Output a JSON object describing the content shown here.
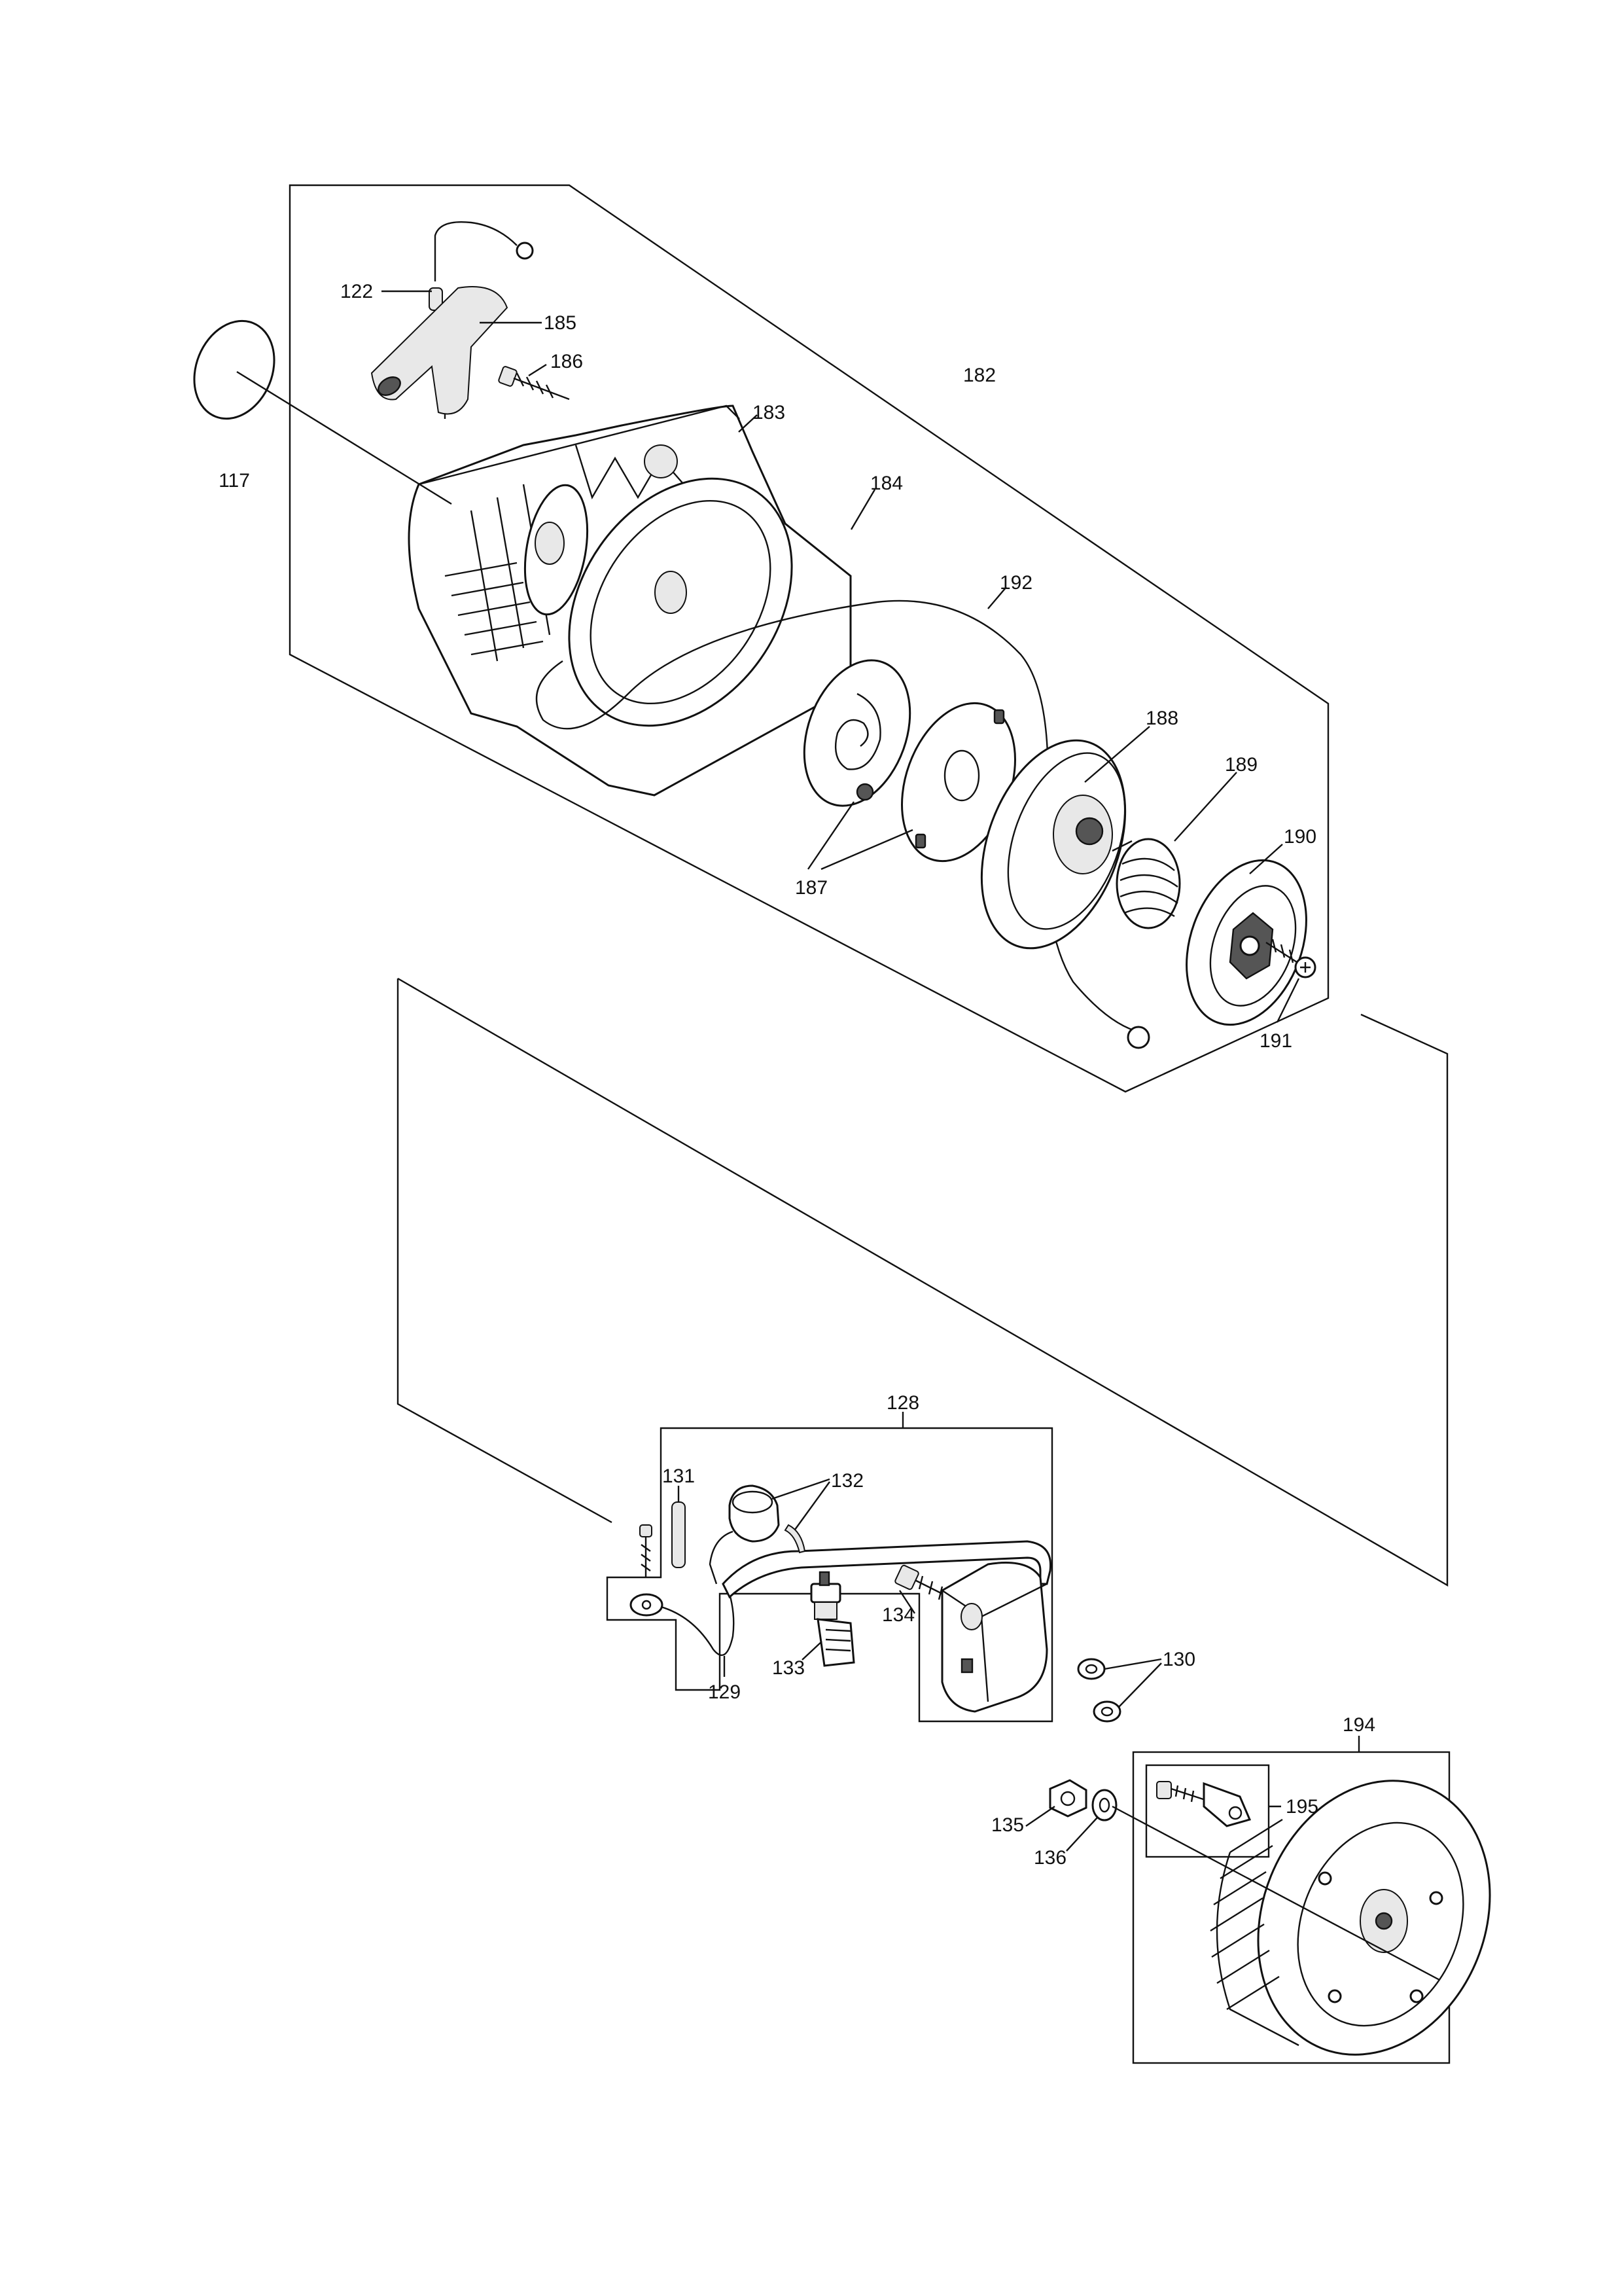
{
  "labels": {
    "p117": "117",
    "p122": "122",
    "p182": "182",
    "p183": "183",
    "p184": "184",
    "p185": "185",
    "p186": "186",
    "p187": "187",
    "p188": "188",
    "p189": "189",
    "p190": "190",
    "p191": "191",
    "p192": "192",
    "p128": "128",
    "p129": "129",
    "p130": "130",
    "p131": "131",
    "p132": "132",
    "p133": "133",
    "p134": "134",
    "p135": "135",
    "p136": "136",
    "p194": "194",
    "p195": "195"
  }
}
